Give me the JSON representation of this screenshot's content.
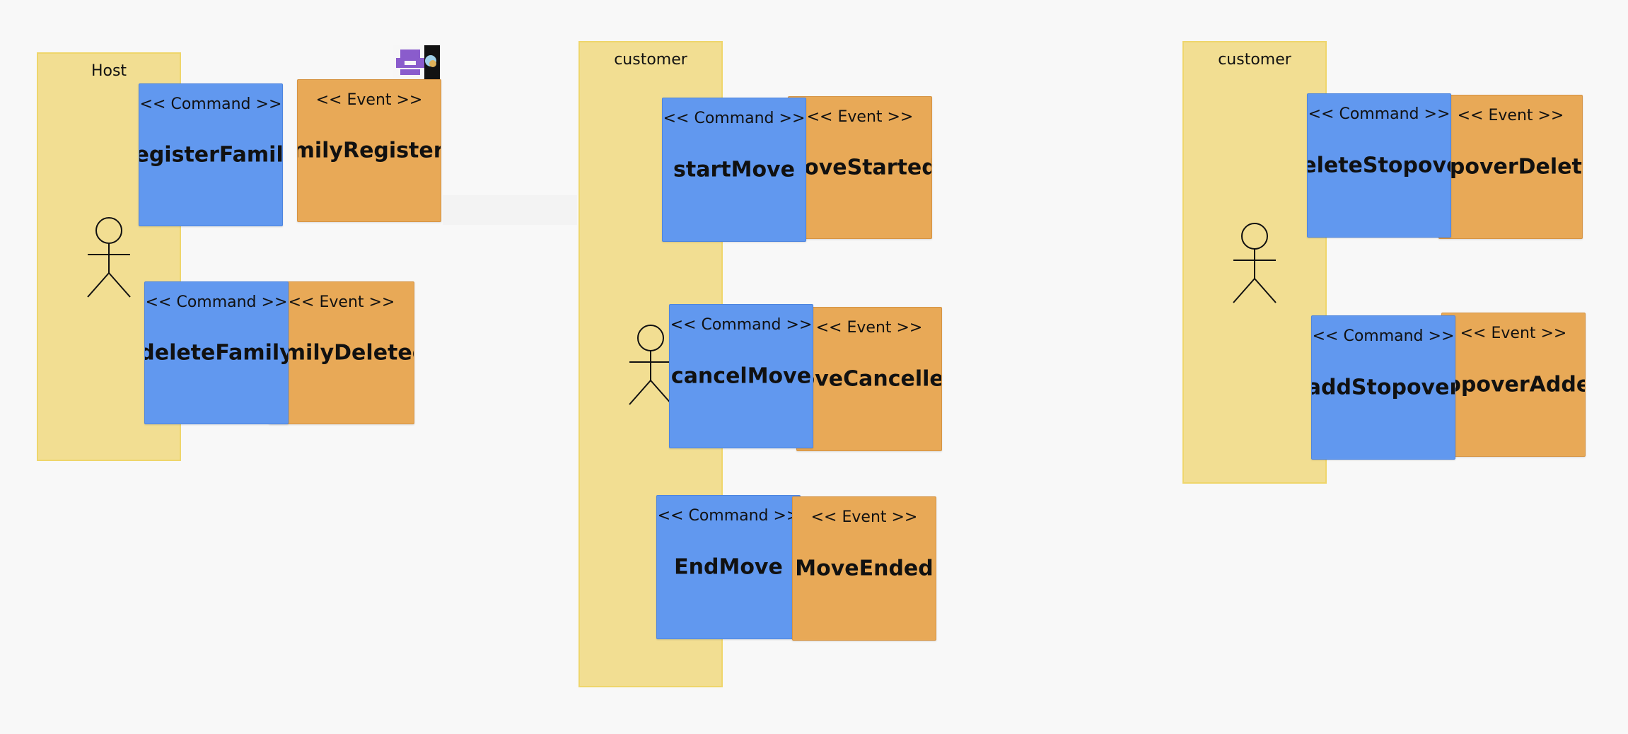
{
  "lanes": [
    {
      "title": "Host"
    },
    {
      "title": "customer"
    },
    {
      "title": "customer"
    }
  ],
  "stickies": [
    {
      "type": "command",
      "stereotype": "<< Command >>",
      "name": "registerFamily"
    },
    {
      "type": "event",
      "stereotype": "<< Event >>",
      "name": "FamilyRegistered"
    },
    {
      "type": "event",
      "stereotype": "<< Event >>",
      "name": "FamilyDeleted"
    },
    {
      "type": "command",
      "stereotype": "<< Command >>",
      "name": "deleteFamily"
    },
    {
      "type": "event",
      "stereotype": "<< Event >>",
      "name": "MoveStarted"
    },
    {
      "type": "command",
      "stereotype": "<< Command >>",
      "name": "startMove"
    },
    {
      "type": "event",
      "stereotype": "<< Event >>",
      "name": "MoveCancelled"
    },
    {
      "type": "command",
      "stereotype": "<< Command >>",
      "name": "cancelMove"
    },
    {
      "type": "command",
      "stereotype": "<< Command >>",
      "name": "EndMove"
    },
    {
      "type": "event",
      "stereotype": "<< Event >>",
      "name": "MoveEnded"
    },
    {
      "type": "event",
      "stereotype": "<< Event >>",
      "name": "StopoverDeleted"
    },
    {
      "type": "command",
      "stereotype": "<< Command >>",
      "name": "deleteStopover"
    },
    {
      "type": "event",
      "stereotype": "<< Event >>",
      "name": "StopoverAdded"
    },
    {
      "type": "command",
      "stereotype": "<< Command >>",
      "name": "addStopover"
    }
  ],
  "colors": {
    "command": "#6198ef",
    "event": "#e8a957",
    "lane": "#f2de92"
  },
  "icons": [
    "actor-icon",
    "user-avatar-icon",
    "planet-thumbnail-icon"
  ]
}
